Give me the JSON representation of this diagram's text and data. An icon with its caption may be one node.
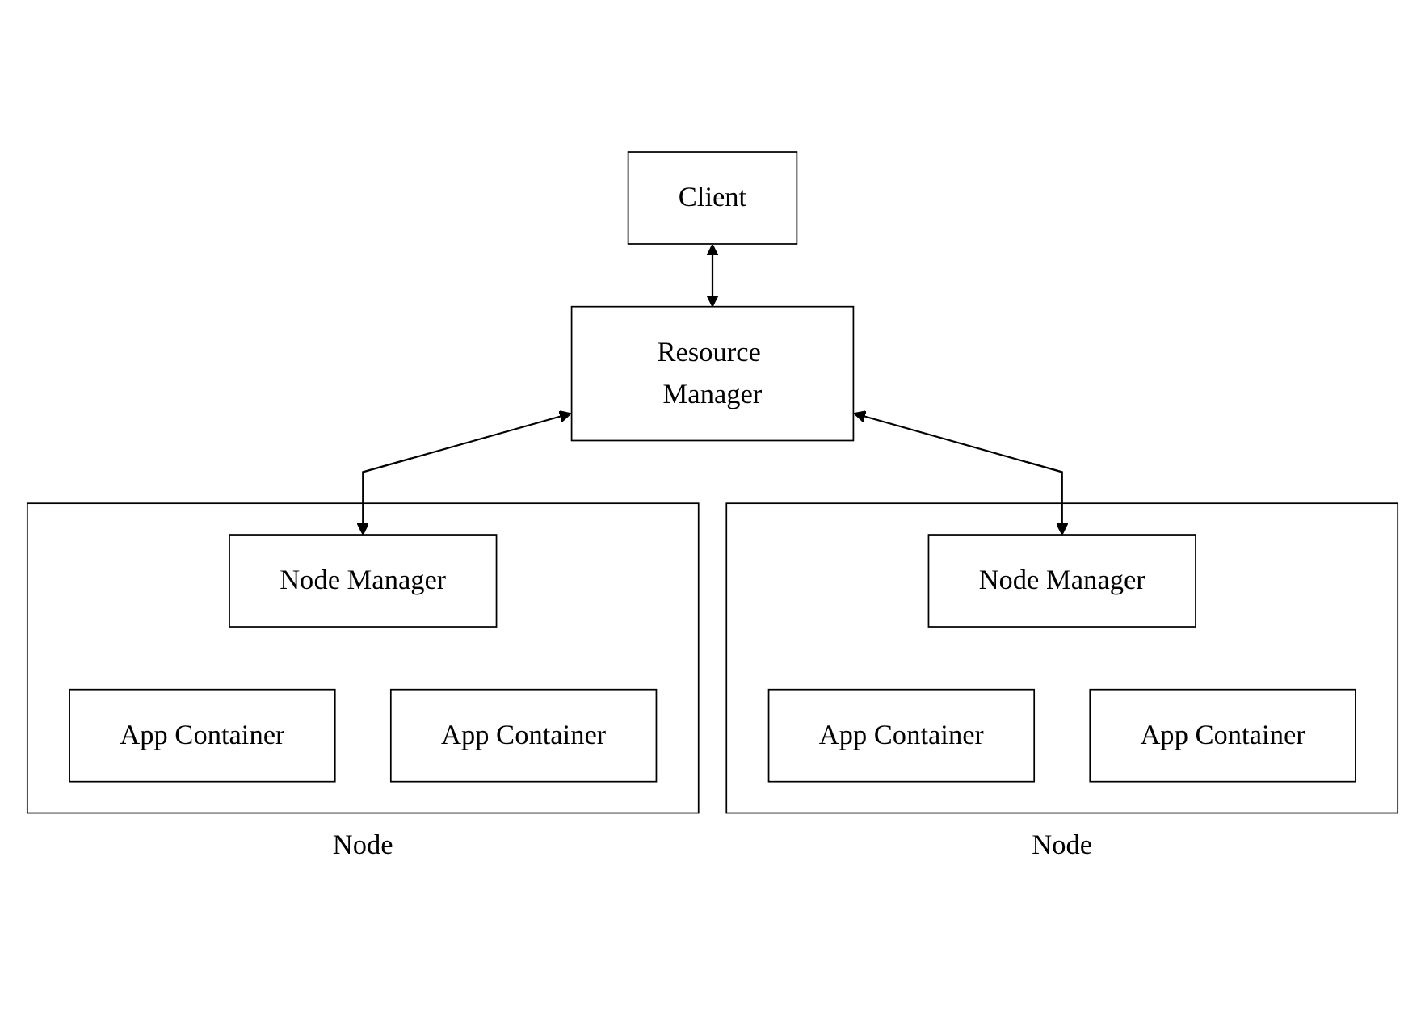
{
  "diagram": {
    "nodes": [
      {
        "text": [
          "Client"
        ]
      },
      {
        "text": [
          "Resource Manager"
        ]
      },
      {
        "text": [
          "Node"
        ]
      },
      {
        "text": [
          "Node Manager"
        ],
        "in": 2
      },
      {
        "text": [
          "App Container"
        ],
        "in": 2
      },
      {
        "text": [
          "App Container"
        ],
        "in": 2
      },
      {
        "text": [
          "Node"
        ]
      },
      {
        "text": [
          "Node Manager"
        ],
        "in": 6
      },
      {
        "text": [
          "App Container"
        ],
        "in": 6
      },
      {
        "text": [
          "App Container"
        ],
        "in": 6
      }
    ],
    "edges": [
      {
        "from": 0,
        "to": 1,
        "arrow": "both"
      },
      {
        "from": 1,
        "to": 3,
        "arrow": "both"
      },
      {
        "from": 1,
        "to": 7,
        "arrow": "both"
      }
    ]
  }
}
